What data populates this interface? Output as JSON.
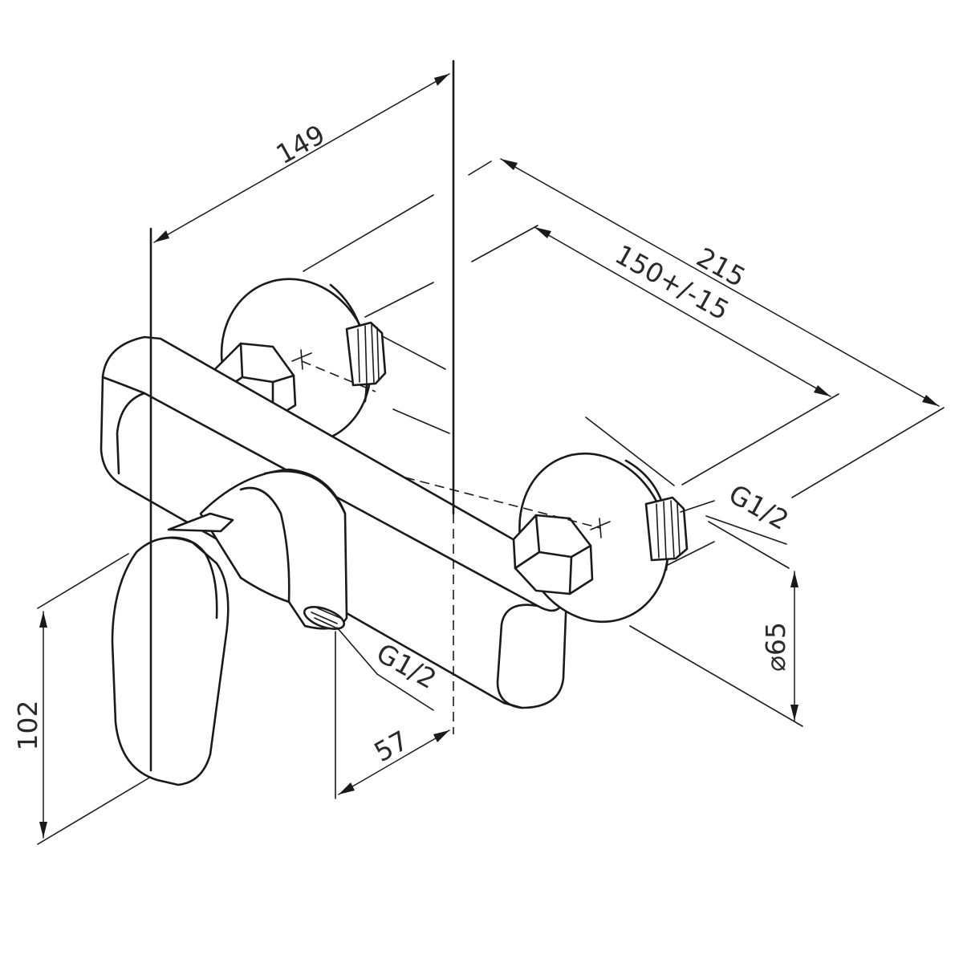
{
  "dimensions": {
    "width_149": "149",
    "length_215": "215",
    "centers": "150+/-15",
    "thread_side": "G1/2",
    "thread_bottom": "G1/2",
    "diameter": "⌀65",
    "height_102": "102",
    "offset_57": "57"
  },
  "colors": {
    "line": "#1a1a1a",
    "background": "#ffffff"
  }
}
